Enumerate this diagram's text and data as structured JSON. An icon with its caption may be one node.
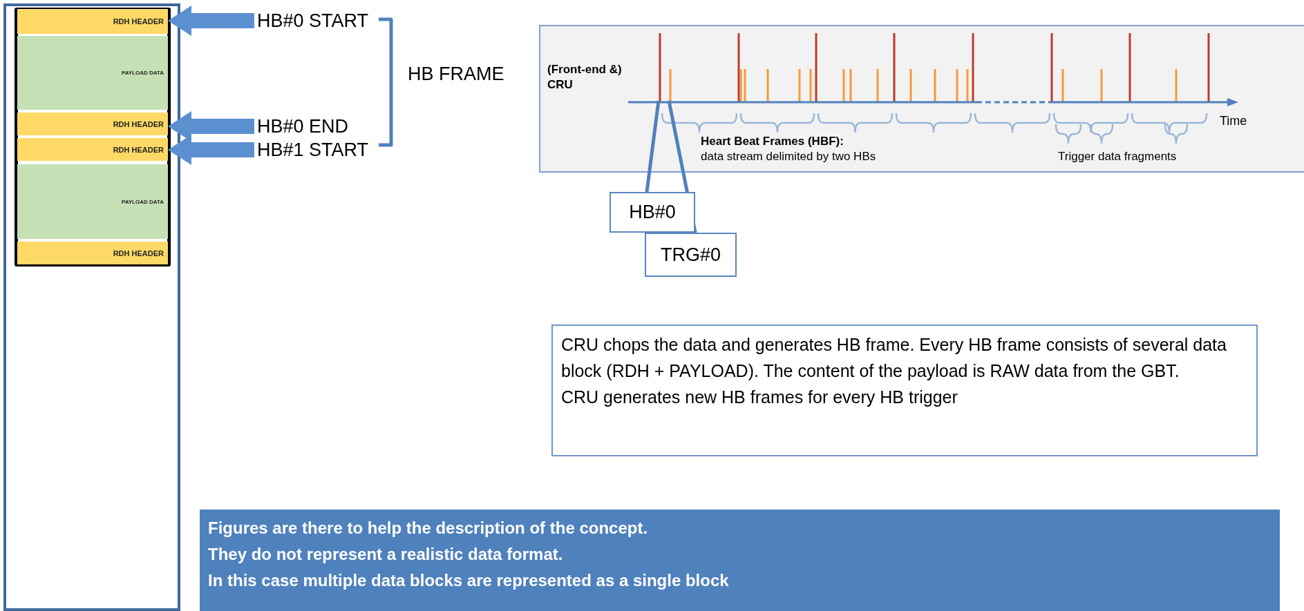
{
  "diagram": {
    "nodes": [
      {
        "text": [
          "RDH HEADER"
        ]
      },
      {
        "text": [
          "PAYLOAD DATA"
        ]
      },
      {
        "text": [
          "RDH HEADER"
        ]
      },
      {
        "text": [
          "RDH HEADER"
        ]
      },
      {
        "text": [
          "PAYLOAD DATA"
        ]
      },
      {
        "text": [
          "RDH HEADER"
        ]
      },
      {
        "text": [
          "HB#0 START"
        ]
      },
      {
        "text": [
          "HB#0 END"
        ]
      },
      {
        "text": [
          "HB#1 START"
        ]
      },
      {
        "text": [],
        "shape": "box"
      },
      {
        "text": [],
        "shape": "bar",
        "in": 9
      },
      {
        "text": [],
        "shape": "bar",
        "in": 9
      },
      {
        "text": [
          "HB#0"
        ]
      },
      {
        "text": [
          "TRG#0"
        ]
      },
      {
        "text": [
          "CRU chops the data and generates HB frame. Every HB frame consists of several data block (RDH + PAYLOAD). The content of the payload is RAW data from the GBT.",
          "CRU generates new HB frames for every HB trigger"
        ]
      },
      {
        "text": [
          "Figures are there to help the description of the concept.",
          "They do not represent a realistic data format.",
          "In this case multiple data blocks are represented as a single block"
        ]
      }
    ],
    "edges": [
      {
        "from": 6,
        "to": 0,
        "arrow": "to"
      },
      {
        "from": 7,
        "to": 2,
        "arrow": "to"
      },
      {
        "from": 8,
        "to": 3,
        "arrow": "to"
      },
      {
        "from": 12,
        "to": 10,
        "arrow": "none"
      },
      {
        "from": 13,
        "to": 11,
        "arrow": "none"
      }
    ],
    "labels": [
      "HB FRAME",
      "(Front-end &) CRU",
      "Heart Beat Frames (HBF):",
      "data stream delimited by two HBs",
      "Time",
      "Trigger data fragments"
    ]
  }
}
